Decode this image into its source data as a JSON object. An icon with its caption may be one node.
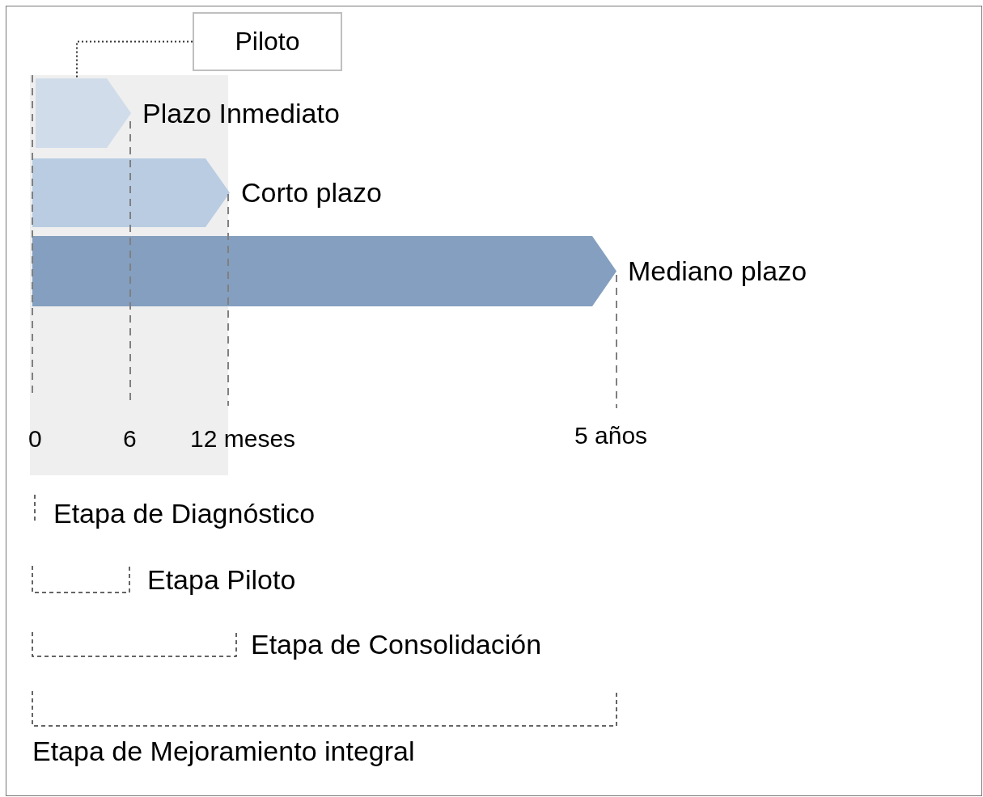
{
  "diagram": {
    "nodes": [
      {
        "text": [
          "Piloto"
        ]
      },
      {
        "text": [
          "Plazo Inmediato"
        ]
      },
      {
        "text": [
          "Corto plazo"
        ]
      },
      {
        "text": [
          "Mediano plazo"
        ]
      }
    ],
    "edges": [
      {
        "from": 0,
        "to": 1,
        "arrow": "none",
        "style": "dashed"
      }
    ],
    "labels": [
      "0",
      "6",
      "12 meses",
      "5 años",
      "Etapa de Diagnóstico",
      "Etapa Piloto",
      "Etapa de Consolidación",
      "Etapa de Mejoramiento integral"
    ]
  }
}
